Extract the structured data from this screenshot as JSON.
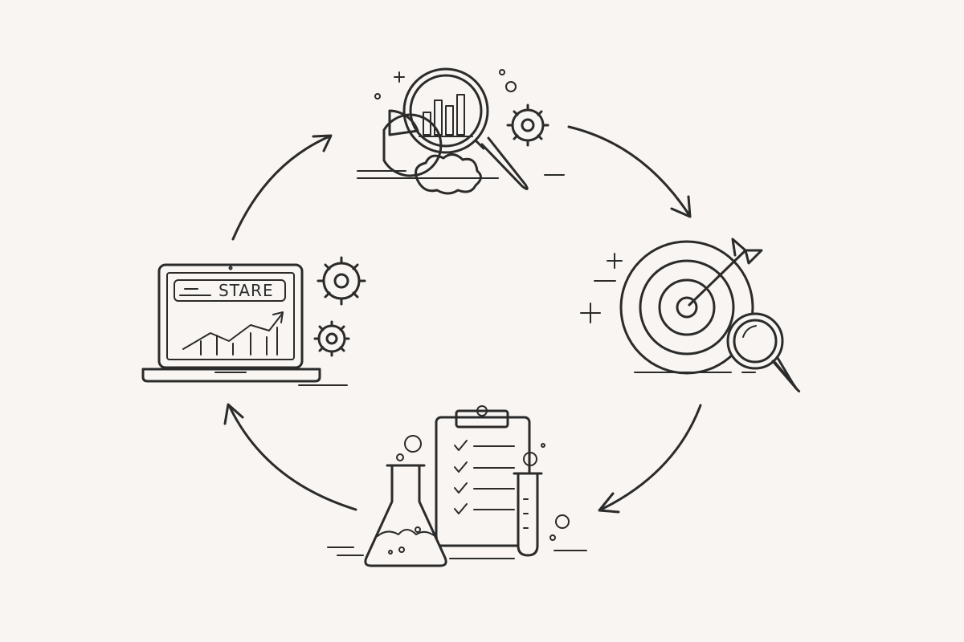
{
  "diagram": {
    "type": "cycle",
    "stages": [
      {
        "id": "analyze",
        "icon": "magnifier-bar-chart-icon"
      },
      {
        "id": "target",
        "icon": "target-arrow-icon"
      },
      {
        "id": "experiment",
        "icon": "lab-checklist-icon"
      },
      {
        "id": "launch",
        "icon": "laptop-growth-chart-icon"
      }
    ],
    "laptop_banner_text": "STARE",
    "colors": {
      "background": "#f8f5f2",
      "ink": "#2b2b2b"
    }
  }
}
